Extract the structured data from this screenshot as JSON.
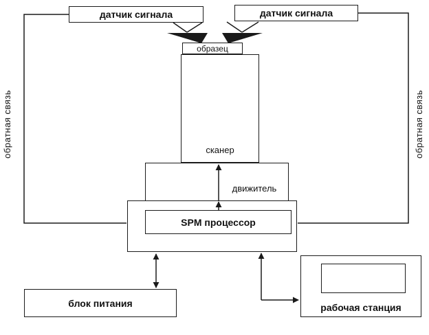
{
  "colors": {
    "line": "#1a1a1a",
    "background": "#ffffff"
  },
  "diagram": {
    "sensor_left": {
      "label": "датчик сигнала"
    },
    "sensor_right": {
      "label": "датчик сигнала"
    },
    "sample": {
      "label": "образец"
    },
    "scanner": {
      "label": "сканер"
    },
    "mover": {
      "label": "движитель"
    },
    "spm_processor": {
      "label": "SPM процессор"
    },
    "feedback_left": {
      "label": "обратная связь"
    },
    "feedback_right": {
      "label": "обратная связь"
    },
    "power_supply": {
      "label": "блок питания"
    },
    "workstation": {
      "label": "рабочая станция"
    }
  }
}
